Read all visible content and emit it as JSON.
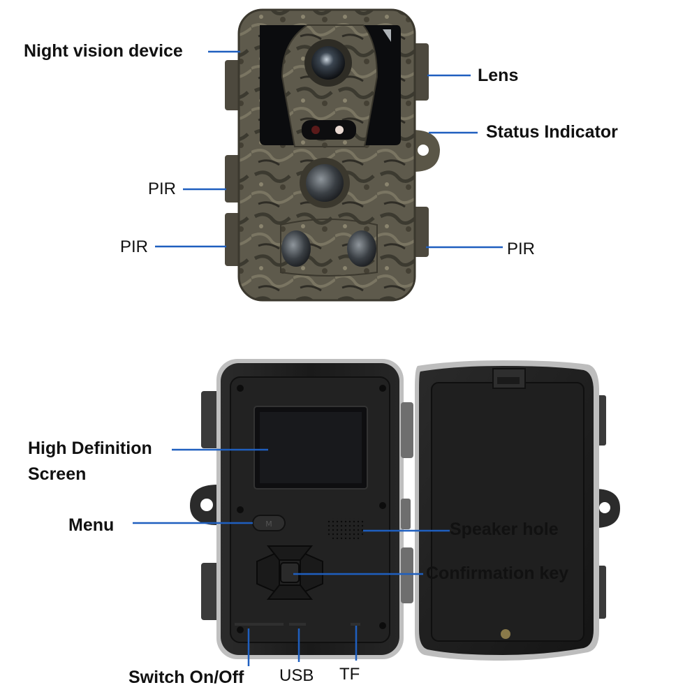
{
  "front_view": {
    "labels": {
      "night_vision": "Night vision device",
      "lens": "Lens",
      "status": "Status Indicator",
      "pir_upper_left": "PIR",
      "pir_lower_left": "PIR",
      "pir_right": "PIR"
    }
  },
  "back_view": {
    "labels": {
      "screen_line1": "High Definition",
      "screen_line2": "Screen",
      "menu": "Menu",
      "speaker": "Speaker hole",
      "confirm": "Confirmation key",
      "switch": "Switch On/Off",
      "usb": "USB",
      "tf": "TF"
    }
  },
  "colors": {
    "leader_line": "#1f5fbf",
    "camo_base": "#5e5a4c",
    "body_dark": "#1d1d1d"
  }
}
